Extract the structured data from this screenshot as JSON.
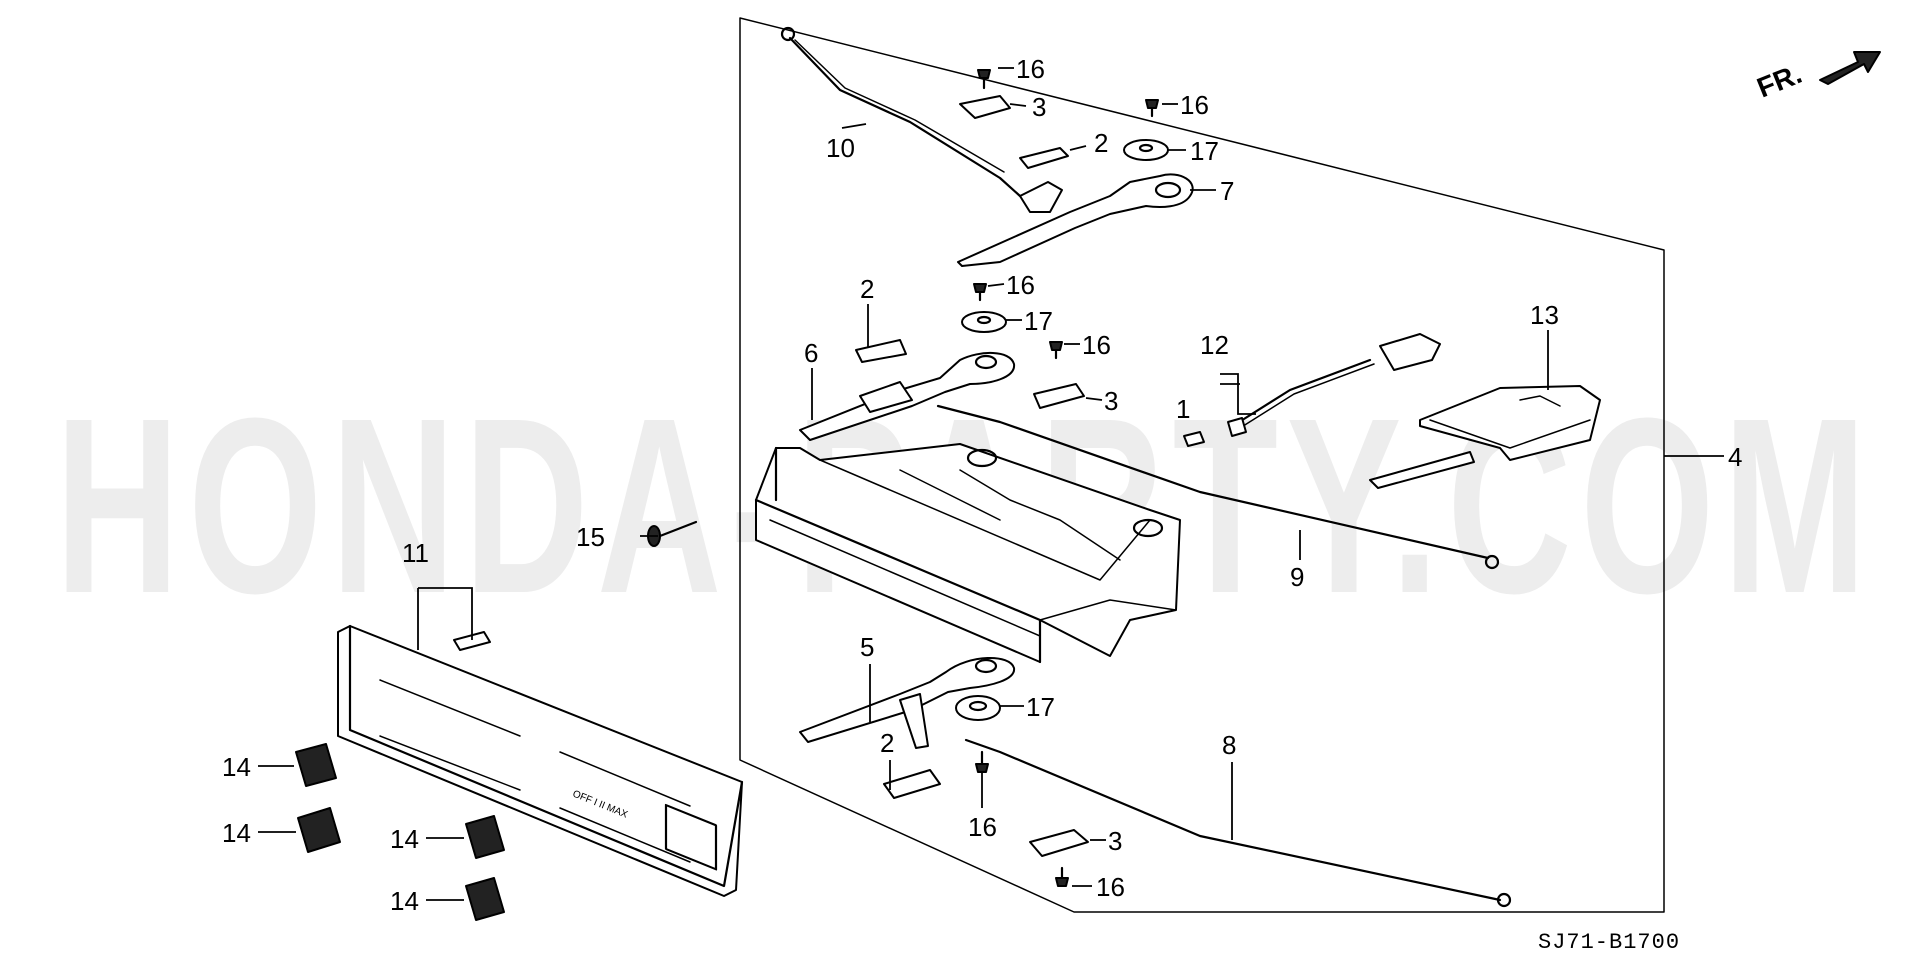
{
  "watermark": "HONDA-PARTY.COM",
  "direction_marker": "FR.",
  "diagram_code": "SJ71-B1700",
  "callouts": {
    "c1": "1",
    "c2a": "2",
    "c2b": "2",
    "c2c": "2",
    "c3a": "3",
    "c3b": "3",
    "c3c": "3",
    "c4": "4",
    "c5": "5",
    "c6": "6",
    "c7": "7",
    "c8": "8",
    "c9": "9",
    "c10": "10",
    "c11": "11",
    "c12": "12",
    "c13": "13",
    "c14a": "14",
    "c14b": "14",
    "c14c": "14",
    "c14d": "14",
    "c15": "15",
    "c16a": "16",
    "c16b": "16",
    "c16c": "16",
    "c16d": "16",
    "c16e": "16",
    "c16f": "16",
    "c17a": "17",
    "c17b": "17",
    "c17c": "17"
  },
  "panel_markings": {
    "fan_scale": "OFF  I  II  MAX"
  }
}
